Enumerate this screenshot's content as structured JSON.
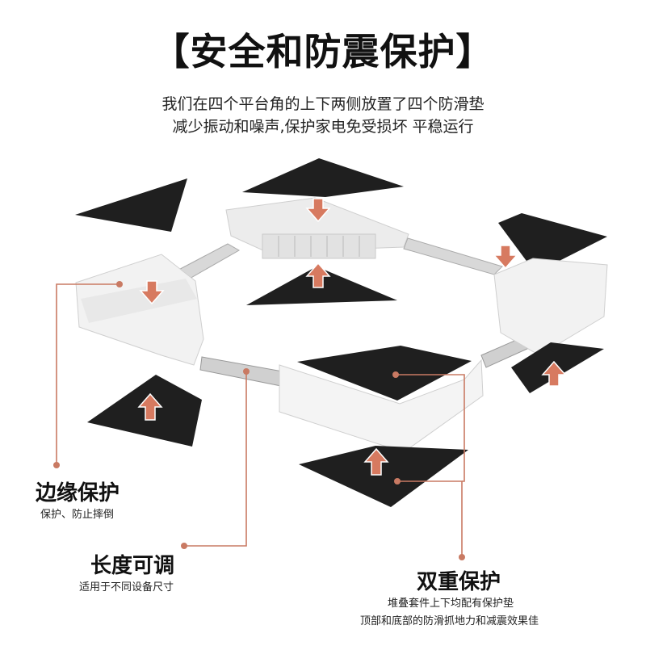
{
  "header": {
    "title": "【安全和防震保护】",
    "subtitle_line1": "我们在四个平台角的上下两侧放置了四个防滑垫",
    "subtitle_line2": "减少振动和噪声,保护家电免受损坏 平稳运行"
  },
  "features": {
    "edge": {
      "title": "边缘保护",
      "desc": "保护、防止摔倒"
    },
    "length": {
      "title": "长度可调",
      "desc": "适用于不同设备尺寸"
    },
    "double": {
      "title": "双重保护",
      "desc_line1": "堆叠套件上下均配有保护垫",
      "desc_line2": "顶部和底部的防滑抓地力和减震效果佳"
    }
  },
  "colors": {
    "accent": "#c97a63",
    "pad": "#1f1f1f",
    "frame": "#eeeeee",
    "arrow": "#d77a60"
  }
}
